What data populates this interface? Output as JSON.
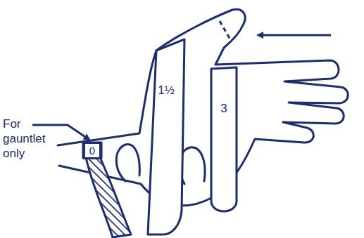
{
  "diagram": {
    "nodes": [
      {
        "text": [
          "0"
        ]
      },
      {
        "text": [
          "1½"
        ]
      },
      {
        "text": [
          "3"
        ]
      }
    ],
    "labels": [
      "For gauntlet only"
    ]
  }
}
